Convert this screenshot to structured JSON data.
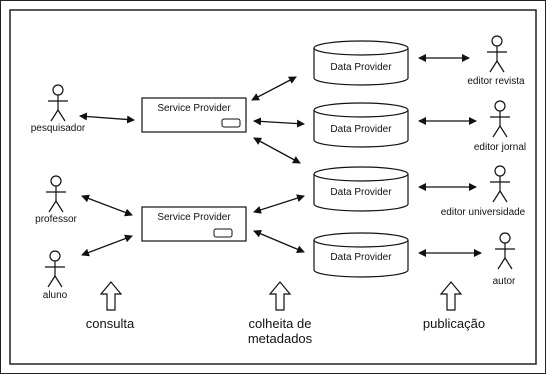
{
  "actors": {
    "pesquisador": "pesquisador",
    "professor": "professor",
    "aluno": "aluno",
    "editor_revista": "editor revista",
    "editor_jornal": "editor jornal",
    "editor_universidade": "editor universidade",
    "autor": "autor"
  },
  "service_providers": [
    "Service Provider",
    "Service Provider"
  ],
  "data_providers": [
    "Data Provider",
    "Data Provider",
    "Data Provider",
    "Data Provider"
  ],
  "bottom_labels": {
    "consulta": "consulta",
    "colheita_line1": "colheita de",
    "colheita_line2": "metadados",
    "publicacao": "publicação"
  }
}
